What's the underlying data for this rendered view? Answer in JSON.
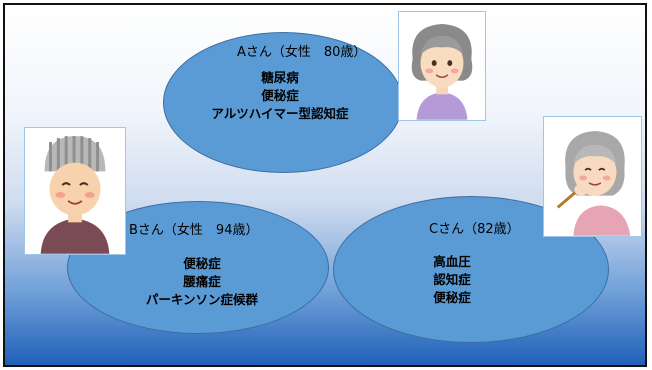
{
  "people": [
    {
      "title": "Aさん（女性　80歳）",
      "conditions": [
        "糖尿病",
        "便秘症",
        "アルツハイマー型認知症"
      ]
    },
    {
      "title": "Bさん（女性　94歳）",
      "conditions": [
        "便秘症",
        "腰痛症",
        "パーキンソン症候群"
      ]
    },
    {
      "title": "Cさん（82歳）",
      "conditions": [
        "高血圧",
        "認知症",
        "便秘症"
      ]
    }
  ],
  "colors": {
    "ellipse_fill": "#5b9bd5",
    "ellipse_border": "#3b6ea5",
    "background_top": "#ffffff",
    "background_bottom": "#1f60b8"
  },
  "icons": [
    "elderly-woman-a-illustration",
    "elderly-woman-b-illustration",
    "elderly-woman-c-illustration"
  ]
}
